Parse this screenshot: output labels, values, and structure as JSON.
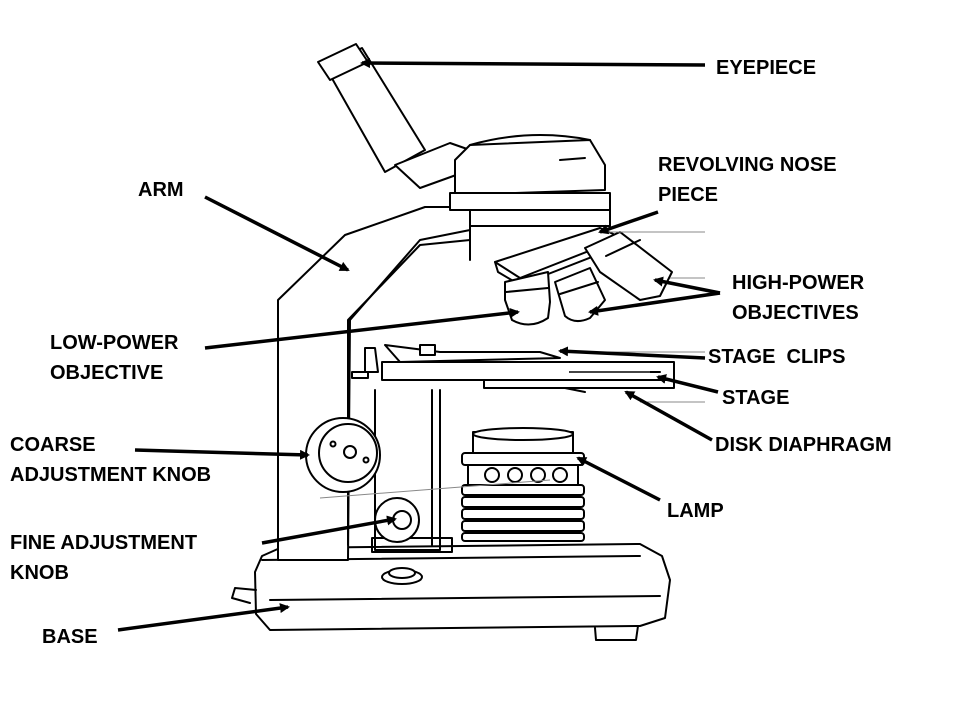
{
  "labels": {
    "eyepiece": "EYEPIECE",
    "revolving_nose_1": "REVOLVING NOSE",
    "revolving_nose_2": "PIECE",
    "arm": "ARM",
    "high_power_1": "HIGH-POWER",
    "high_power_2": "OBJECTIVES",
    "low_power_1": "LOW-POWER",
    "low_power_2": "OBJECTIVE",
    "stage_clips": "STAGE  CLIPS",
    "stage": "STAGE",
    "coarse_1": "COARSE",
    "coarse_2": "ADJUSTMENT KNOB",
    "disk_diaphragm": "DISK DIAPHRAGM",
    "lamp": "LAMP",
    "fine_1": "FINE ADJUSTMENT",
    "fine_2": "KNOB",
    "base": "BASE"
  },
  "colors": {
    "ink": "#000000",
    "background": "#ffffff"
  }
}
